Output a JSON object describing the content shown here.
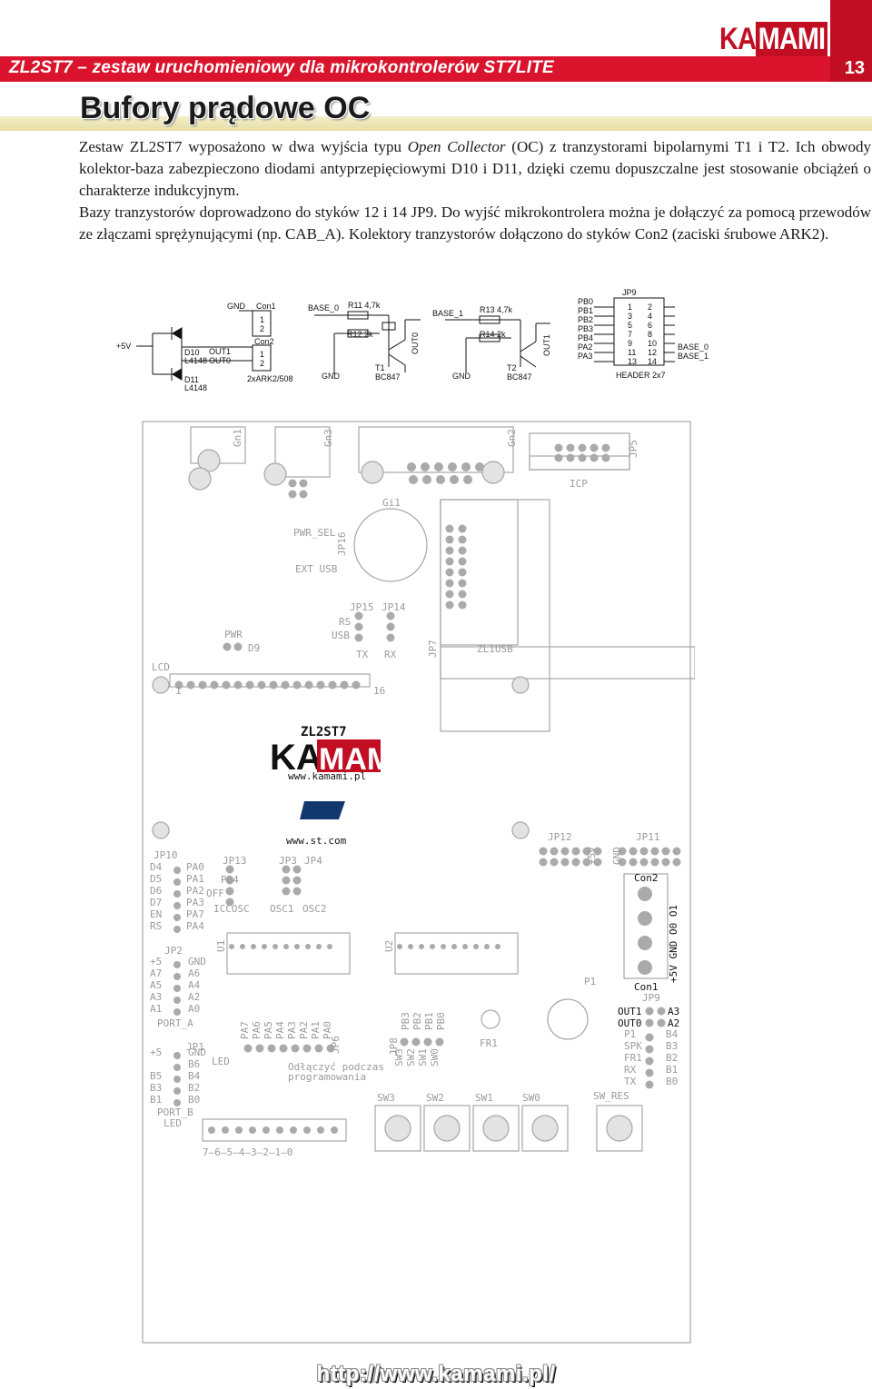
{
  "header": {
    "title": "ZL2ST7 – zestaw uruchomieniowy dla mikrokontrolerów ST7LITE",
    "page_number": "13",
    "logo_part1": "KA",
    "logo_part2": "MAMI"
  },
  "section": {
    "title": "Bufory prądowe OC"
  },
  "paragraph1": {
    "before": "Zestaw ZL2ST7 wyposażono w dwa wyjścia typu ",
    "italic": "Open Collector",
    "after": " (OC) z tranzystorami bipolarnymi T1 i T2. Ich obwody kolektor-baza zabezpieczono diodami antyprzepięciowymi D10 i D11, dzięki czemu dopuszczalne jest stosowanie obciążeń o charakterze indukcyjnym."
  },
  "paragraph2": "Bazy tranzystorów doprowadzono do styków 12 i 14 JP9. Do wyjść mikrokontrolera można je dołączyć za pomocą przewodów ze złączami sprężynującymi (np. CAB_A). Kolektory tranzystorów dołączono do styków Con2 (zaciski śrubowe ARK2).",
  "schematic": {
    "supply": "+5V",
    "d10": "D10",
    "d10_type": "L4148",
    "d11": "D11",
    "d11_type": "L4148",
    "out1": "OUT1",
    "out0": "OUT0",
    "gnd": "GND",
    "con1": "Con1",
    "con2": "Con2",
    "pin1": "1",
    "pin2": "2",
    "ark": "2xARK2/508",
    "base0": "BASE_0",
    "base1": "BASE_1",
    "r11": "R11  4,7k",
    "r12": "R12  2k",
    "r13": "R13  4,7k",
    "r14": "R14  2k",
    "t1": "T1",
    "t2": "T2",
    "bc847": "BC847",
    "jp9": "JP9",
    "jp9_signals": [
      "PB0",
      "PB1",
      "PB2",
      "PB3",
      "PB4",
      "PA2",
      "PA3"
    ],
    "jp9_pins_left": [
      "1",
      "3",
      "5",
      "7",
      "9",
      "11",
      "13"
    ],
    "jp9_pins_right": [
      "2",
      "4",
      "6",
      "8",
      "10",
      "12",
      "14"
    ],
    "header_label": "HEADER 2x7"
  },
  "pcb": {
    "labels": {
      "gn1": "Gn1",
      "gn3": "Gn3",
      "gn2": "Gn2",
      "jp5": "JP5",
      "icp": "ICP",
      "gi1": "Gi1",
      "pwr_sel": "PWR_SEL",
      "jp16": "JP16",
      "ext_usb": "EXT USB",
      "jp15": "JP15",
      "jp14": "JP14",
      "rs": "RS",
      "usb": "USB",
      "tx": "TX",
      "rx": "RX",
      "pwr": "PWR",
      "d9": "D9",
      "jp7": "JP7",
      "zl1usb": "ZL1USB",
      "lcd": "LCD",
      "one": "1",
      "sixteen": "16",
      "zl2st7": "ZL2ST7",
      "kamami_url": "www.kamami.pl",
      "st_url": "www.st.com",
      "jp10": "JP10",
      "jp13": "JP13",
      "jp3": "JP3",
      "jp4": "JP4",
      "jp12": "JP12",
      "jp11": "JP11",
      "plus5v": "+5V",
      "gnd": "GND",
      "con2": "Con2",
      "con1": "Con1",
      "jp9": "JP9",
      "iccosc": "ICCOSC",
      "osc1": "OSC1",
      "osc2": "OSC2",
      "u1": "U1",
      "u2": "U2",
      "p1": "P1",
      "jp2": "JP2",
      "port_a": "PORT_A",
      "jp1": "JP1",
      "port_b": "PORT_B",
      "led": "LED",
      "jp6": "JP6",
      "jp8": "JP8",
      "fr1": "FR1",
      "disconnect": "Odłączyć podczas",
      "programming": "programowania",
      "sw3": "SW3",
      "sw2": "SW2",
      "sw1": "SW1",
      "sw0": "SW0",
      "sw_res": "SW_RES",
      "led_scale": "7—6—5—4—3—2—1—0",
      "out1": "OUT1",
      "out0": "OUT0",
      "a3": "A3",
      "a2": "A2",
      "con2_pins": "+5V GND O0 O1",
      "pb4": "PB4",
      "off": "OFF"
    },
    "jp10_left": [
      "D4",
      "D5",
      "D6",
      "D7",
      "EN",
      "RS"
    ],
    "jp10_right": [
      "PA0",
      "PA1",
      "PA2",
      "PA3",
      "PA7",
      "PA4"
    ],
    "jp2_left": [
      "+5",
      "A7",
      "A5",
      "A3",
      "A1"
    ],
    "jp2_right": [
      "GND",
      "A6",
      "A4",
      "A2",
      "A0"
    ],
    "jp1_left": [
      "+5",
      "B5",
      "B3",
      "B1"
    ],
    "jp1_right": [
      "GND",
      "B6",
      "B4",
      "B2",
      "B0"
    ],
    "jp6_pins": [
      "PA7",
      "PA6",
      "PA5",
      "PA4",
      "PA3",
      "PA2",
      "PA1",
      "PA0"
    ],
    "jp8_pins": [
      "PB3",
      "PB2",
      "PB1",
      "PB0"
    ],
    "jp8_sw": [
      "SW3",
      "SW2",
      "SW1",
      "SW0"
    ],
    "jp9_left": [
      "P1",
      "SPK",
      "FR1",
      "RX",
      "TX"
    ],
    "jp9_right": [
      "B4",
      "B3",
      "B2",
      "B1",
      "B0"
    ]
  },
  "footer": {
    "url": "http://www.kamami.pl/"
  },
  "colors": {
    "brand_red": "#c20e22",
    "band_yellow": "#e6dfa6",
    "pcb_gray": "#9b9b9b"
  }
}
